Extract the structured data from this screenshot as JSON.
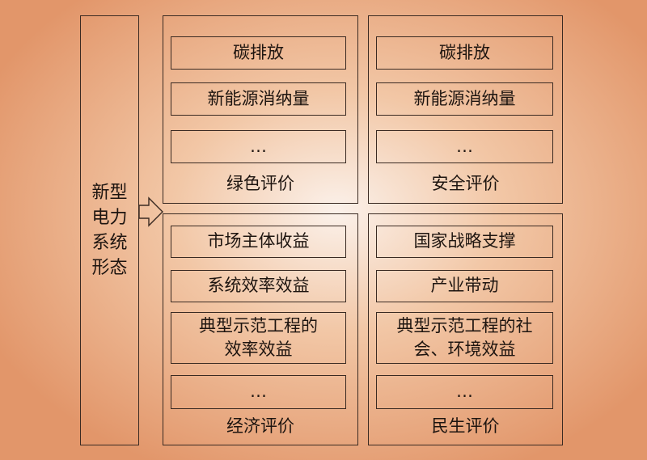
{
  "left_panel": {
    "label": "新型\n电力\n系统\n形态"
  },
  "quadrants": {
    "green": {
      "title": "绿色评价",
      "items": [
        "碳排放",
        "新能源消纳量",
        "…"
      ]
    },
    "safety": {
      "title": "安全评价",
      "items": [
        "碳排放",
        "新能源消纳量",
        "…"
      ]
    },
    "economy": {
      "title": "经济评价",
      "items": [
        "市场主体收益",
        "系统效率效益",
        "典型示范工程的\n效率效益",
        "…"
      ]
    },
    "livelihood": {
      "title": "民生评价",
      "items": [
        "国家战略支撑",
        "产业带动",
        "典型示范工程的社\n会、环境效益",
        "…"
      ]
    }
  },
  "colors": {
    "border": "#3a2a22",
    "bg_center": "#fbf1ea",
    "bg_edge": "#e2966a"
  }
}
